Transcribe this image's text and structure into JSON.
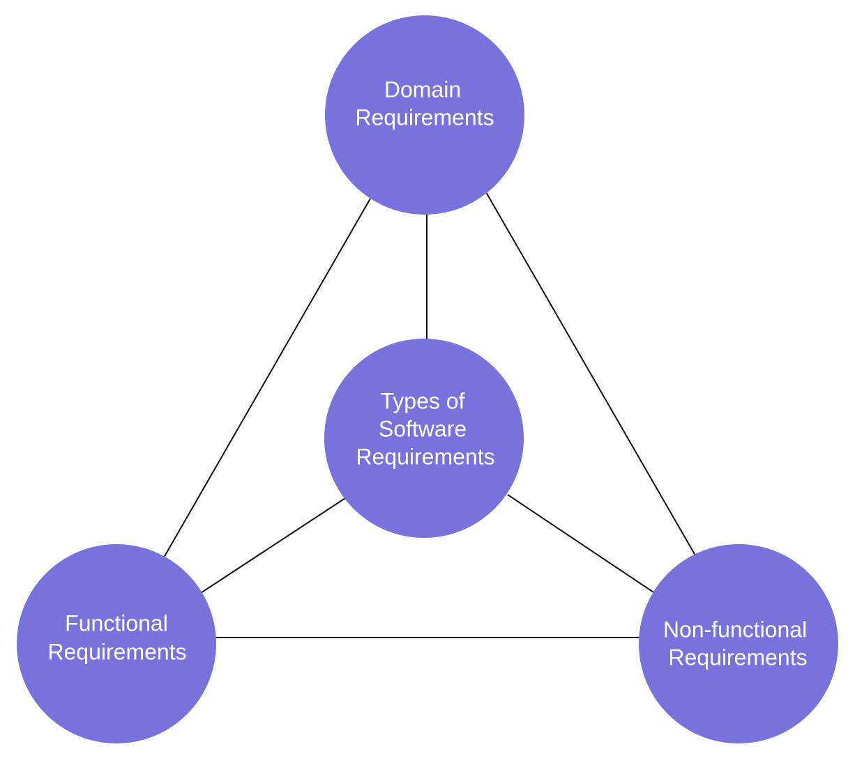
{
  "diagram": {
    "colors": {
      "node_fill": "#7872DC",
      "node_text": "#FFFFFF",
      "connector": "#111111",
      "background": "#FFFFFF"
    },
    "nodes": {
      "center": {
        "lines": [
          "Types of",
          "Software",
          "Requirements"
        ]
      },
      "top": {
        "lines": [
          "Domain",
          "Requirements"
        ]
      },
      "left": {
        "lines": [
          "Functional",
          "Requirements"
        ]
      },
      "right": {
        "lines": [
          "Non-functional",
          "Requirements"
        ]
      }
    }
  }
}
